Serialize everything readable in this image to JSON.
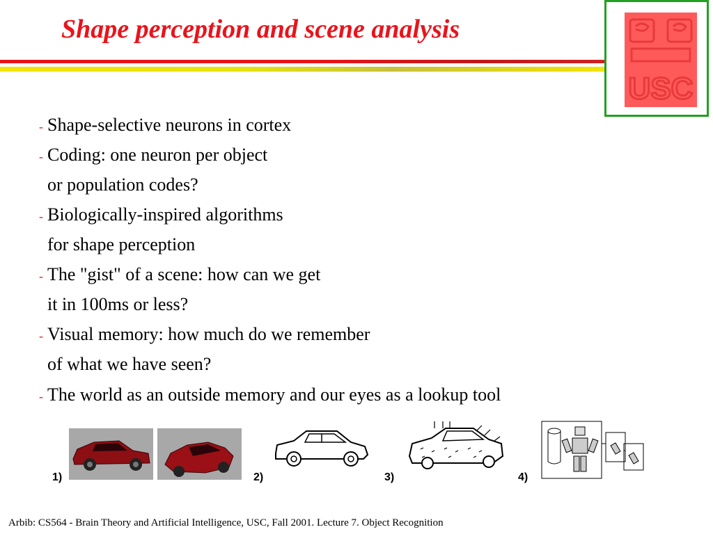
{
  "slide": {
    "title": "Shape perception and scene analysis",
    "bullet_marker": "-",
    "bullets": [
      {
        "lines": [
          "Shape-selective neurons in cortex"
        ]
      },
      {
        "lines": [
          "Coding: one neuron per object",
          "or population codes?"
        ]
      },
      {
        "lines": [
          "Biologically-inspired algorithms",
          "for shape perception"
        ]
      },
      {
        "lines": [
          "The \"gist\" of a scene: how can we get",
          "it in 100ms or less?"
        ]
      },
      {
        "lines": [
          "Visual memory: how much do we remember",
          "of what we have seen?"
        ]
      },
      {
        "lines": [
          "The world as an outside memory and our eyes as a lookup tool"
        ]
      }
    ],
    "figure_labels": [
      "1)",
      "2)",
      "3)",
      "4)"
    ],
    "footer": "Arbib: CS564 - Brain Theory and Artificial Intelligence,  USC, Fall 2001. Lecture 7. Object Recognition",
    "logo_text": "USC"
  },
  "colors": {
    "title": "#e8141c",
    "bullet_marker": "#e8141c",
    "rule_red": "#e5141a",
    "rule_yellow": "#f4e400",
    "logo_border": "#22a022",
    "logo_fill": "#ff5a5a"
  }
}
